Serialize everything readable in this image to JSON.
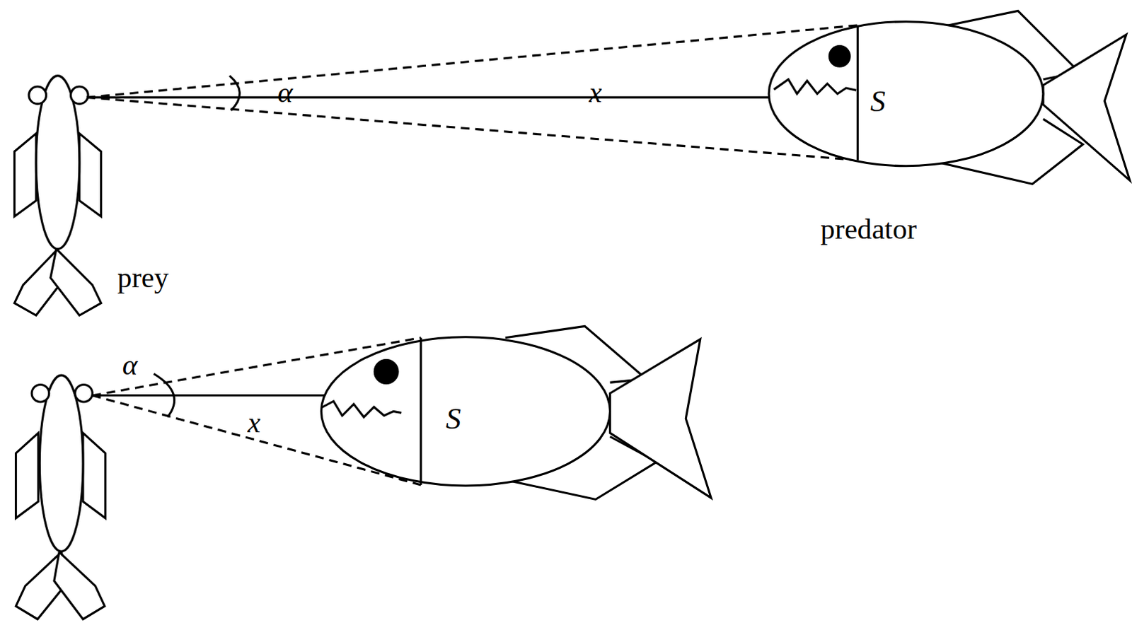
{
  "diagram": {
    "labels": [
      "α",
      "x",
      "S",
      "predator",
      "prey",
      "α",
      "x",
      "S"
    ]
  }
}
